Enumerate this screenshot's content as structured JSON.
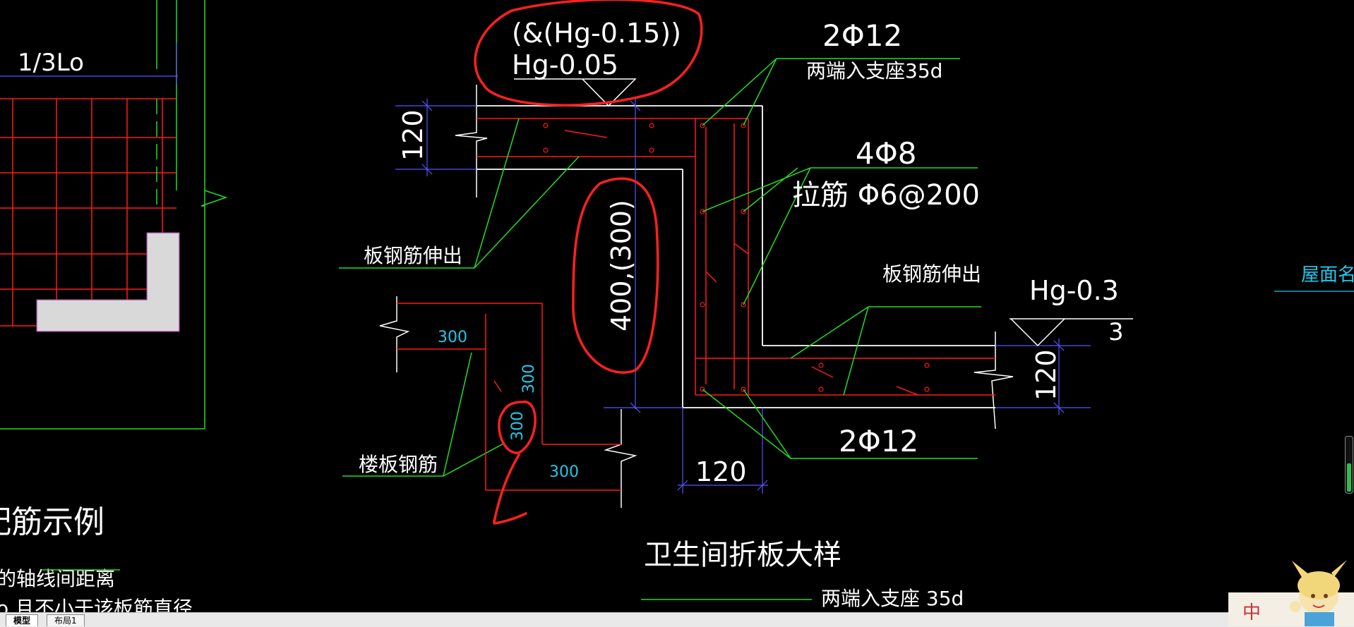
{
  "drawing": {
    "labels": {
      "top_bubble_formula": "(&(Hg-0.15))",
      "top_elevation": "Hg-0.05",
      "rebar_top_count": "2Φ12",
      "rebar_top_note": "两端入支座35d",
      "rebar_mid_count": "4Φ8",
      "tie_bar": "拉筋 Φ6@200",
      "slab_rebar_extend_left": "板钢筋伸出",
      "slab_rebar_extend_right": "板钢筋伸出",
      "right_elevation": "Hg-0.3",
      "right_elevation_suffix": "3",
      "dim_120_top": "120",
      "dim_120_right": "120",
      "dim_120_bottom": "120",
      "dim_height": "400,(300)",
      "dim_300_a": "300",
      "dim_300_b": "300",
      "dim_300_c": "300",
      "dim_300_d": "300",
      "floor_slab_rebar": "楼板钢筋",
      "rebar_bottom_count": "2Φ12",
      "rebar_bottom_note": "两端入支座 35d",
      "detail_title": "卫生间折板大样",
      "left_top_label": "1/3Lo",
      "left_title_partial": "配筋示例",
      "left_note_1": "的轴线间距离",
      "left_note_2": "o 且不小于该板筋直径",
      "far_right_partial": "屋面名义"
    }
  },
  "statusbar": {
    "tabs": [
      {
        "label": "模型",
        "active": true
      },
      {
        "label": "布局1",
        "active": false
      }
    ]
  },
  "ime": {
    "char": "中"
  },
  "colors": {
    "background": "#000000",
    "white_line": "#ffffff",
    "red_line": "#ff1a1a",
    "green_line": "#22dd22",
    "blue_dim": "#5555ff",
    "cyan_text": "#22c8e8",
    "annotation_red": "#ff2020"
  }
}
